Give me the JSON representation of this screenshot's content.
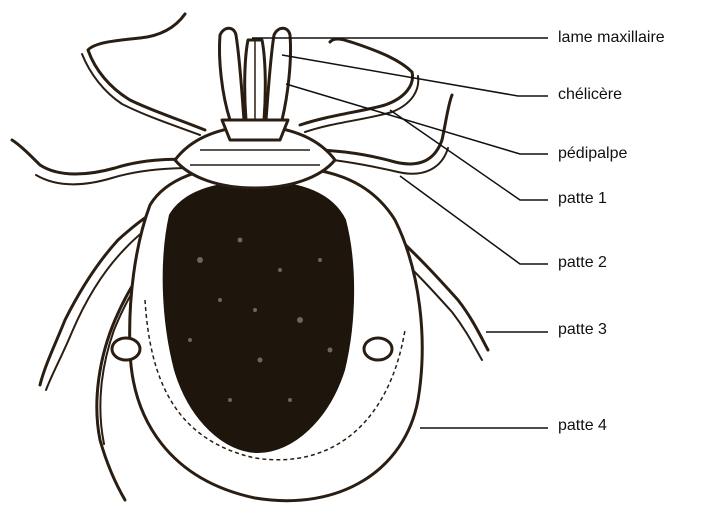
{
  "labels": [
    "lame maxillaire",
    "chélicère",
    "pédipalpe",
    "patte 1",
    "patte 2",
    "patte 3",
    "patte 4"
  ],
  "colors": {
    "ink": "#2a1d12",
    "shield": "#1e150c",
    "leader": "#111111"
  }
}
